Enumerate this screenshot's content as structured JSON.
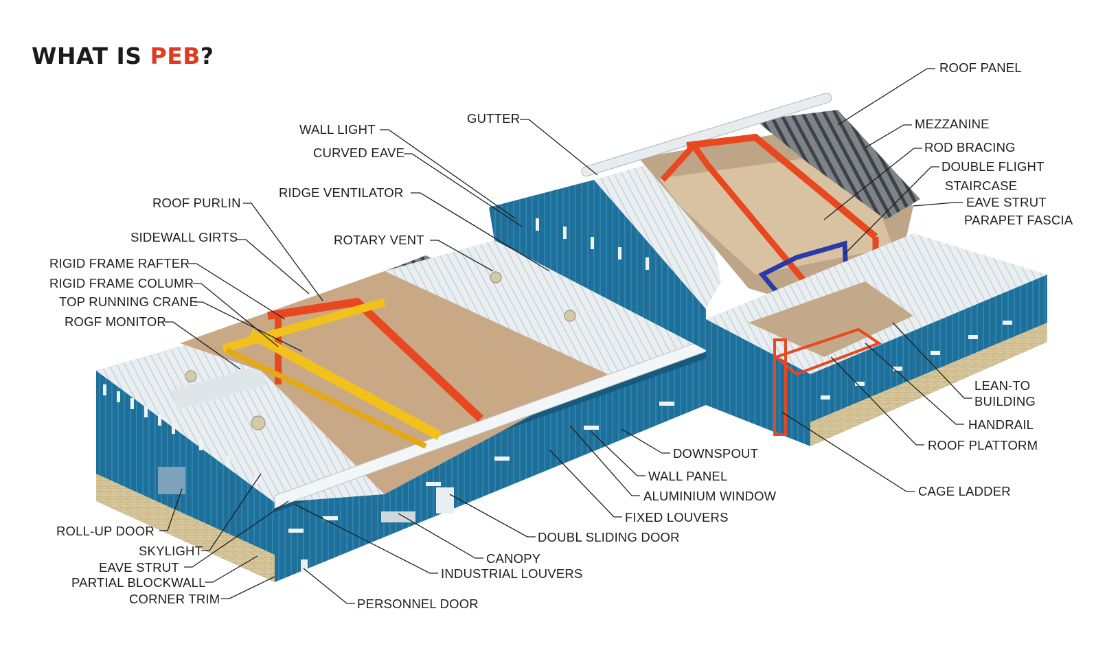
{
  "title": {
    "main": "WHAT IS ",
    "accent": "PEB",
    "end": "?"
  },
  "labels": {
    "roof_panel": "ROOF PANEL",
    "mezzanine": "MEZZANINE",
    "rod_bracing": "ROD BRACING",
    "double_flight": "DOUBLE FLIGHT",
    "staircase": "STAIRCASE",
    "eave_strut_right": "EAVE STRUT",
    "parapet_fascia": "PARAPET FASCIA",
    "gutter": "GUTTER",
    "wall_light": "WALL LIGHT",
    "curved_eave": "CURVED EAVE",
    "ridge_ventilator": "RIDGE VENTILATOR",
    "roof_purlin": "ROOF PURLIN",
    "sidewall_girts": "SIDEWALL GIRTS",
    "rotary_vent": "ROTARY VENT",
    "rigid_frame_rafter": "RIGID FRAME RAFTER",
    "rigid_frame_column": "RIGID FRAME COLUMR",
    "top_running_crane": "TOP RUNNING CRANE",
    "roof_monitor": "ROGF MONITOR",
    "lean_to_1": "LEAN-TO",
    "lean_to_2": "BUILDING",
    "handrail": "HANDRAIL",
    "roof_platform": "ROOF PLATTORM",
    "cage_ladder": "CAGE LADDER",
    "downspout": "DOWNSPOUT",
    "wall_panel": "WALL PANEL",
    "aluminium_window": "ALUMINIUM WINDOW",
    "fixed_louvers": "FIXED LOUVERS",
    "double_sliding_door": "DOUBԼ SLIDING DOOR",
    "canopy": "CANOPY",
    "industrial_louvers": "INDUSTRIAL LOUVERS",
    "personnel_door": "PERSONNEL DOOR",
    "roll_up_door": "ROLL-UP DOOR",
    "skylight": "SKYLIGHT",
    "eave_strut_left": "EAVE STRUT",
    "partial_blockwall": "PARTIAL BLOCKWALL",
    "corner_trim": "CORNER TRIM"
  },
  "colors": {
    "wall_blue": "#1f6f99",
    "wall_blue_dark": "#175a7e",
    "roof_white": "#e6ecef",
    "steel_red": "#e8481f",
    "crane_yellow": "#f2c21a",
    "stair_blue": "#2a3aa8",
    "blockwall": "#d9c9a0",
    "accent": "#e03a22"
  }
}
